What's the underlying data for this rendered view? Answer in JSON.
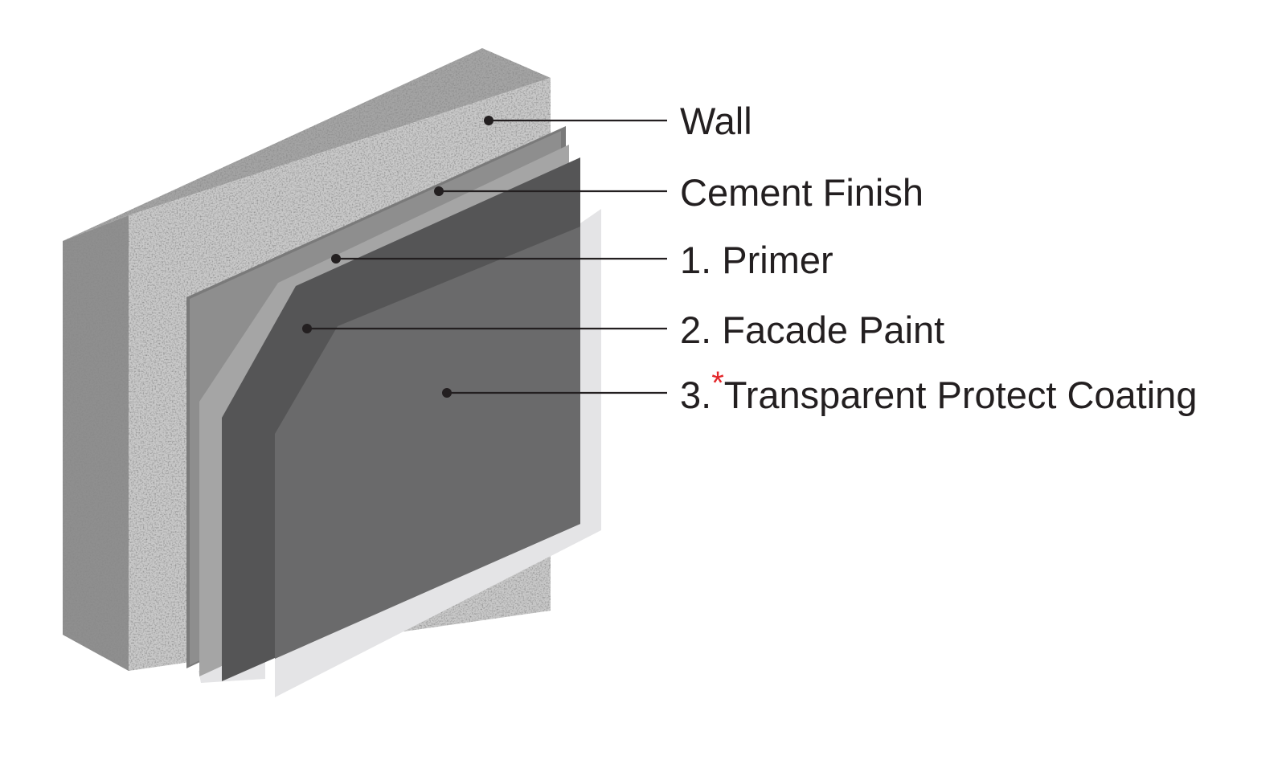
{
  "labels": {
    "wall": "Wall",
    "cement_finish": "Cement Finish",
    "primer": "1. Primer",
    "facade_paint": "2. Facade Paint",
    "coating_number": "3.",
    "coating_asterisk": "*",
    "coating_name": "Transparent Protect Coating"
  },
  "colors": {
    "asterisk": "#e3262a",
    "text": "#231f20",
    "wall_face": "#c9c9c9",
    "wall_side": "#8f8f8f",
    "cement_finish": "#7a7a7a",
    "primer": "#a5a5a5",
    "facade_paint": "#555556",
    "facade_paint_face": "#6a6a6b",
    "transparent_coating": "#e4e4e6"
  }
}
